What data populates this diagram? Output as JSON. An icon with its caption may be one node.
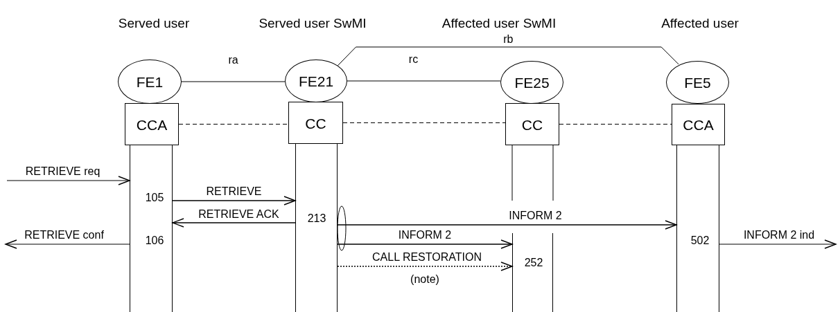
{
  "diagram": {
    "nodes": [
      {
        "text": [
          "FE1"
        ]
      },
      {
        "text": [
          "FE21"
        ]
      },
      {
        "text": [
          "FE25"
        ]
      },
      {
        "text": [
          "FE5"
        ]
      },
      {
        "text": [
          "CCA"
        ]
      },
      {
        "text": [
          "CC"
        ]
      },
      {
        "text": [
          "CC"
        ]
      },
      {
        "text": [
          "CCA"
        ]
      },
      {
        "text": [
          "105",
          "106"
        ]
      },
      {
        "text": [
          "213"
        ]
      },
      {
        "text": [
          "252"
        ]
      },
      {
        "text": [
          "502"
        ]
      }
    ],
    "edges": [
      {
        "from": 0,
        "to": 1,
        "arrow": "none",
        "label": "ra"
      },
      {
        "from": 1,
        "to": 2,
        "arrow": "none",
        "label": "rc"
      },
      {
        "from": 1,
        "to": 3,
        "arrow": "none",
        "label": "rb"
      },
      {
        "from": 4,
        "to": 5,
        "arrow": "none",
        "style": "dashed"
      },
      {
        "from": 5,
        "to": 6,
        "arrow": "none",
        "style": "dashed"
      },
      {
        "from": 6,
        "to": 7,
        "arrow": "none",
        "style": "dashed"
      },
      {
        "from": null,
        "to": 8,
        "arrow": "to",
        "label": "RETRIEVE req"
      },
      {
        "from": 8,
        "to": 9,
        "arrow": "to",
        "label": "RETRIEVE"
      },
      {
        "from": 9,
        "to": 8,
        "arrow": "to",
        "label": "RETRIEVE ACK"
      },
      {
        "from": 9,
        "to": 11,
        "arrow": "to",
        "label": "INFORM 2"
      },
      {
        "from": 8,
        "to": null,
        "arrow": "to",
        "label": "RETRIEVE conf"
      },
      {
        "from": 9,
        "to": 10,
        "arrow": "to",
        "label": "INFORM 2"
      },
      {
        "from": 11,
        "to": null,
        "arrow": "to",
        "label": "INFORM 2 ind"
      },
      {
        "from": 9,
        "to": 10,
        "arrow": "to",
        "label": "CALL RESTORATION",
        "style": "dashed"
      }
    ],
    "labels": [
      "Served user",
      "Served user SwMI",
      "Affected user SwMI",
      "Affected user",
      "(note)"
    ]
  }
}
